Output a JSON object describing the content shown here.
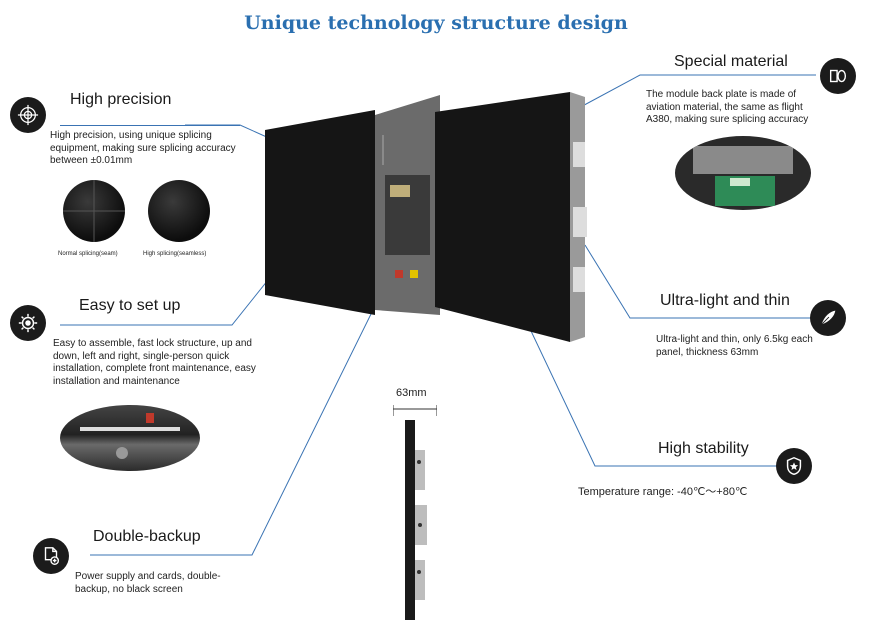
{
  "title": "Unique technology structure design",
  "features": {
    "high_precision": {
      "title": "High precision",
      "description": "High precision, using unique splicing equipment, making sure splicing accuracy between ±0.01mm",
      "captions": [
        "Normal splicing(seam)",
        "High splicing(seamless)"
      ],
      "icon": "crosshair-icon"
    },
    "easy_setup": {
      "title": "Easy to set up",
      "description": "Easy to assemble, fast lock structure, up and down, left and right, single-person quick installation, complete front maintenance, easy installation and maintenance",
      "icon": "gear-wrench-icon"
    },
    "double_backup": {
      "title": "Double-backup",
      "description": "Power supply and cards, double-backup, no black screen",
      "icon": "document-backup-icon"
    },
    "special_material": {
      "title": "Special material",
      "description": "The module back plate is made of aviation material, the same as flight A380, making sure splicing accuracy",
      "icon": "material-blocks-icon"
    },
    "ultra_light": {
      "title": "Ultra-light and thin",
      "description": "Ultra-light and thin, only 6.5kg each panel, thickness 63mm",
      "icon": "feather-icon"
    },
    "high_stability": {
      "title": "High stability",
      "description": "Temperature range: -40℃～+80℃",
      "icon": "shield-star-icon"
    }
  },
  "thickness_label": "63mm",
  "colors": {
    "accent": "#3a73b3",
    "title": "#2a6fb0",
    "icon_bg": "#1b1b1b"
  }
}
